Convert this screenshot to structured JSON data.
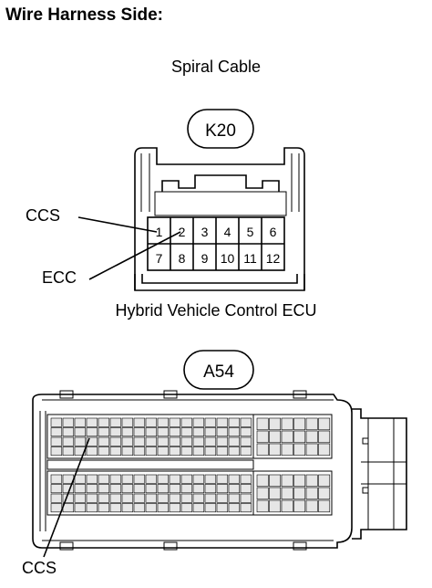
{
  "heading": "Wire Harness Side:",
  "connector_k20": {
    "caption": "Spiral Cable",
    "id": "K20",
    "pins_top": [
      "1",
      "2",
      "3",
      "4",
      "5",
      "6"
    ],
    "pins_bottom": [
      "7",
      "8",
      "9",
      "10",
      "11",
      "12"
    ],
    "callouts": [
      {
        "label": "CCS",
        "pin": "1"
      },
      {
        "label": "ECC",
        "pin": "2"
      }
    ]
  },
  "connector_a54": {
    "caption": "Hybrid Vehicle Control ECU",
    "id": "A54",
    "callouts": [
      {
        "label": "CCS"
      }
    ]
  }
}
